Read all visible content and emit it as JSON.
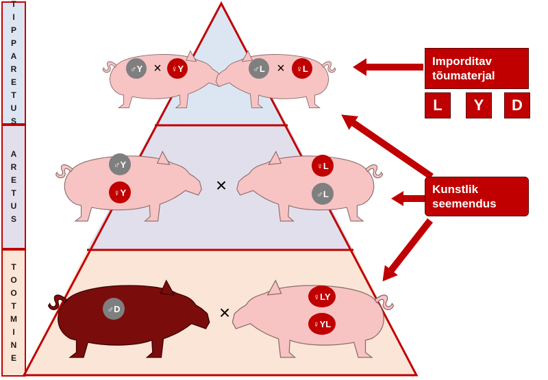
{
  "side_labels": {
    "top": [
      "T",
      "I",
      "P",
      "P",
      "A",
      "R",
      "E",
      "T",
      "U",
      "S"
    ],
    "middle": [
      "A",
      "R",
      "E",
      "T",
      "U",
      "S"
    ],
    "bottom": [
      "T",
      "O",
      "O",
      "T",
      "M",
      "I",
      "N",
      "E"
    ]
  },
  "import_box": {
    "line1": "Imporditav",
    "line2": "tõumaterjal"
  },
  "breeds": [
    "L",
    "Y",
    "D"
  ],
  "ai_box": {
    "line1": "Kunstlik",
    "line2": "seemendus"
  },
  "cross_symbol": "×",
  "pig_labels": {
    "top_left_male": "♂Y",
    "top_left_female": "♀Y",
    "top_right_male": "♂L",
    "top_right_female": "♀L",
    "mid_left_male": "♂Y",
    "mid_left_female": "♀Y",
    "mid_right_female": "♀L",
    "mid_right_male": "♂L",
    "bottom_left_male": "♂D",
    "bottom_right_female_1": "♀LY",
    "bottom_right_female_2": "♀YL"
  },
  "colors": {
    "accent_red": "#c00000",
    "dark_pig": "#7b0c0c",
    "pink_pig": "#f7c3c3",
    "grey_badge": "#7f7f7f",
    "top_tier": "#dce6f2",
    "middle_tier": "#e2dfec",
    "bottom_tier": "#fbe5d6"
  }
}
